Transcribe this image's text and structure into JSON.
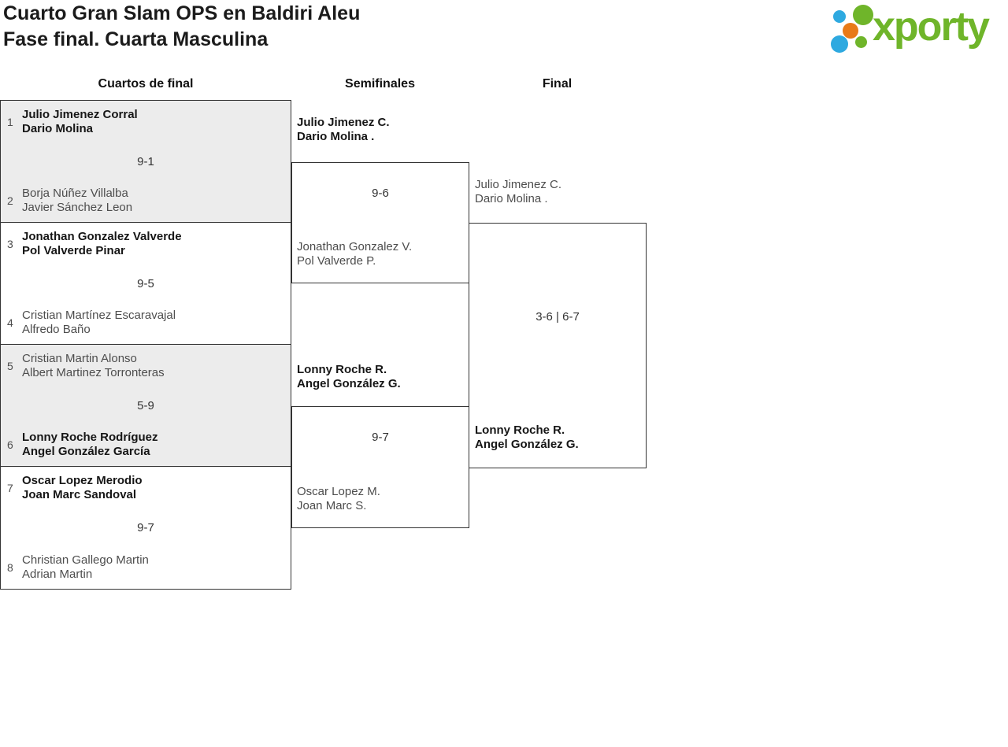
{
  "header": {
    "title": "Cuarto Gran Slam OPS en Baldiri Aleu",
    "subtitle": "Fase final. Cuarta Masculina"
  },
  "logo": {
    "wordmark": "xporty"
  },
  "colors": {
    "brand_green": "#6fb52a",
    "brand_blue": "#2ea9e0",
    "brand_orange": "#e87a18",
    "bracket_border": "#333333",
    "shaded_block": "#ececec",
    "winner_text": "#161616",
    "regular_text": "#4d4d4d"
  },
  "round_labels": {
    "quarterfinals": "Cuartos de final",
    "semifinals": "Semifinales",
    "final": "Final"
  },
  "quarterfinals": [
    {
      "seed_top": "1",
      "team_top_line1": "Julio Jimenez Corral",
      "team_top_line2": "Dario Molina",
      "score": "9-1",
      "seed_bottom": "2",
      "team_bottom_line1": "Borja Núñez Villalba",
      "team_bottom_line2": "Javier Sánchez Leon",
      "winner": "top"
    },
    {
      "seed_top": "3",
      "team_top_line1": "Jonathan Gonzalez Valverde",
      "team_top_line2": "Pol Valverde Pinar",
      "score": "9-5",
      "seed_bottom": "4",
      "team_bottom_line1": "Cristian Martínez Escaravajal",
      "team_bottom_line2": "Alfredo Baño",
      "winner": "top"
    },
    {
      "seed_top": "5",
      "team_top_line1": "Cristian Martin Alonso",
      "team_top_line2": "Albert Martinez Torronteras",
      "score": "5-9",
      "seed_bottom": "6",
      "team_bottom_line1": "Lonny Roche Rodríguez",
      "team_bottom_line2": "Angel González García",
      "winner": "bottom"
    },
    {
      "seed_top": "7",
      "team_top_line1": "Oscar Lopez Merodio",
      "team_top_line2": "Joan Marc Sandoval",
      "score": "9-7",
      "seed_bottom": "8",
      "team_bottom_line1": "Christian Gallego Martin",
      "team_bottom_line2": "Adrian Martin",
      "winner": "top"
    }
  ],
  "semifinals": [
    {
      "team_top_line1": "Julio Jimenez C.",
      "team_top_line2": "Dario Molina .",
      "score": "9-6",
      "team_bottom_line1": "Jonathan Gonzalez V.",
      "team_bottom_line2": "Pol Valverde P.",
      "winner": "top"
    },
    {
      "team_top_line1": "Lonny Roche R.",
      "team_top_line2": "Angel González G.",
      "score": "9-7",
      "team_bottom_line1": "Oscar Lopez M.",
      "team_bottom_line2": "Joan Marc S.",
      "winner": "top"
    }
  ],
  "final": {
    "team_top_line1": "Julio Jimenez C.",
    "team_top_line2": "Dario Molina .",
    "score": "3-6 | 6-7",
    "team_bottom_line1": "Lonny Roche R.",
    "team_bottom_line2": "Angel González G.",
    "winner": "bottom"
  }
}
